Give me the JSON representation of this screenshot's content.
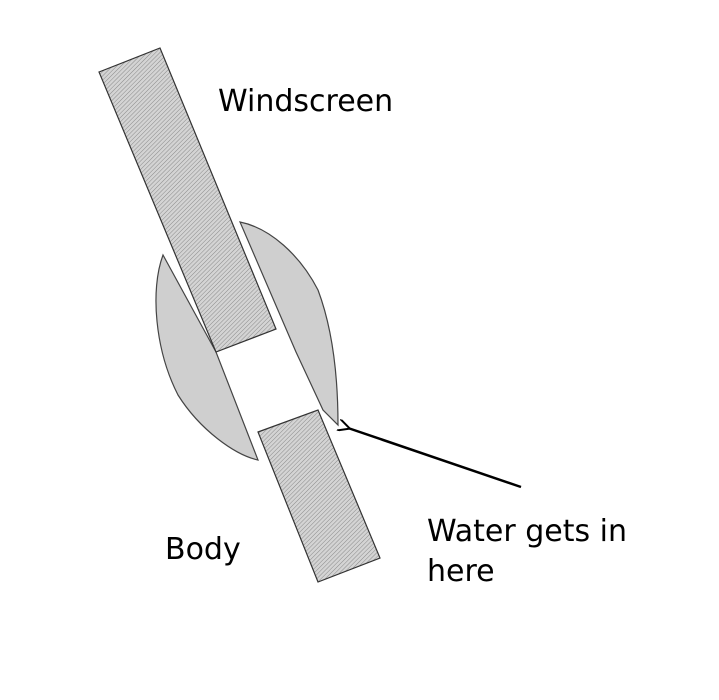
{
  "labels": {
    "windscreen": "Windscreen",
    "body": "Body",
    "water_line1": "Water gets in",
    "water_line2": "here"
  },
  "colors": {
    "panel_fill": "#c8c8c8",
    "seal_fill": "#cfcfcf",
    "outline": "#333333",
    "arrow": "#000000",
    "background": "#ffffff"
  }
}
